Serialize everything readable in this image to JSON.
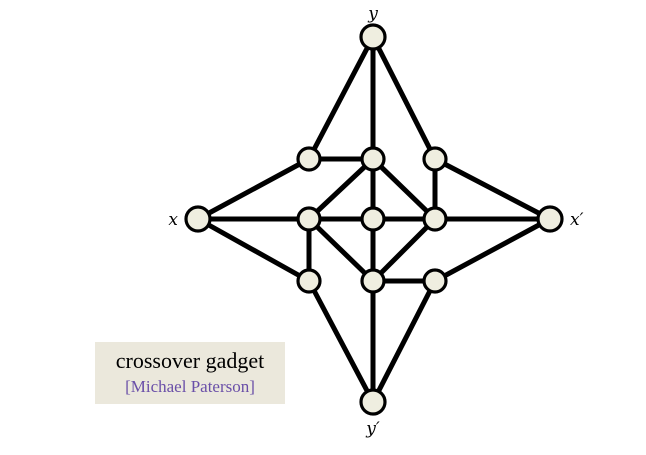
{
  "diagram": {
    "caption": {
      "title": "crossover gadget",
      "credit": "[Michael Paterson]"
    },
    "nodes": [
      {
        "id": "y",
        "label": "y"
      },
      {
        "id": "yp",
        "label": "y′"
      },
      {
        "id": "x",
        "label": "x"
      },
      {
        "id": "xp",
        "label": "x′"
      },
      {
        "id": "ul"
      },
      {
        "id": "um"
      },
      {
        "id": "ur"
      },
      {
        "id": "ml"
      },
      {
        "id": "c"
      },
      {
        "id": "mr"
      },
      {
        "id": "ll"
      },
      {
        "id": "lm"
      },
      {
        "id": "lr"
      }
    ],
    "edges": [
      [
        "y",
        "ul"
      ],
      [
        "y",
        "um"
      ],
      [
        "y",
        "ur"
      ],
      [
        "ul",
        "um"
      ],
      [
        "ul",
        "x"
      ],
      [
        "um",
        "ml"
      ],
      [
        "um",
        "c"
      ],
      [
        "um",
        "mr"
      ],
      [
        "ur",
        "mr"
      ],
      [
        "ur",
        "xp"
      ],
      [
        "x",
        "ml"
      ],
      [
        "ml",
        "c"
      ],
      [
        "c",
        "mr"
      ],
      [
        "mr",
        "xp"
      ],
      [
        "x",
        "ll"
      ],
      [
        "ml",
        "ll"
      ],
      [
        "ml",
        "lm"
      ],
      [
        "c",
        "lm"
      ],
      [
        "mr",
        "lm"
      ],
      [
        "ll",
        "yp"
      ],
      [
        "lm",
        "yp"
      ],
      [
        "lm",
        "lr"
      ],
      [
        "lr",
        "yp"
      ],
      [
        "lr",
        "xp"
      ]
    ]
  }
}
